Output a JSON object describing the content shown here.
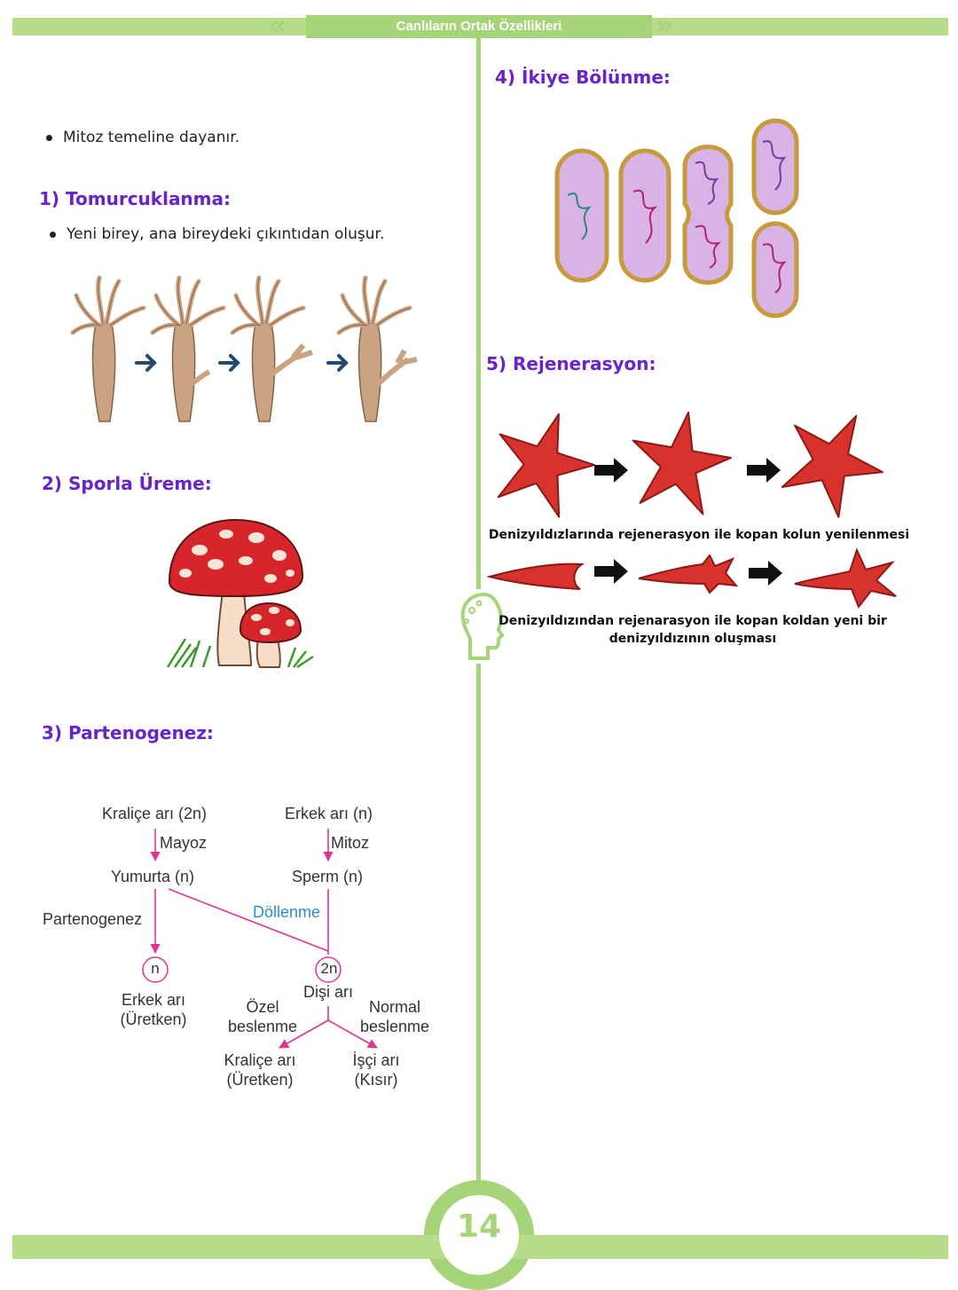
{
  "header": {
    "title": "Canlıların Ortak Özellikleri"
  },
  "footer": {
    "page_number": "14"
  },
  "left": {
    "bullet_intro": "Mitoz temeline dayanır.",
    "s1_title": "1) Tomurcuklanma:",
    "s1_bullet": "Yeni birey, ana bireydeki çıkıntıdan oluşur.",
    "s2_title": "2) Sporla Üreme:",
    "s3_title": "3) Partenogenez:"
  },
  "right": {
    "s4_title": "4) İkiye Bölünme:",
    "s5_title": "5) Rejenerasyon:",
    "caption1": "Denizyıldızlarında rejenerasyon ile kopan kolun yenilenmesi",
    "caption2_line1": "Denizyıldızından rejenarasyon ile kopan koldan yeni bir",
    "caption2_line2": "denizyıldızının oluşması"
  },
  "diagram": {
    "queen": "Kraliçe arı (2n)",
    "male_bee": "Erkek arı (n)",
    "mayoz": "Mayoz",
    "mitoz": "Mitoz",
    "egg": "Yumurta (n)",
    "sperm": "Sperm (n)",
    "partenogenez": "Partenogenez",
    "dollenme": "Döllenme",
    "n": "n",
    "two_n": "2n",
    "male_result_1": "Erkek arı",
    "male_result_2": "(Üretken)",
    "female": "Dişi arı",
    "special_1": "Özel",
    "special_2": "beslenme",
    "normal_1": "Normal",
    "normal_2": "beslenme",
    "queen_result_1": "Kraliçe arı",
    "queen_result_2": "(Üretken)",
    "worker_1": "İşçi arı",
    "worker_2": "(Kısır)"
  },
  "colors": {
    "green": "#a6d478",
    "purple": "#6a22c9",
    "pink": "#e0358f",
    "blue": "#2a8fd0",
    "star_red": "#d8322d"
  }
}
